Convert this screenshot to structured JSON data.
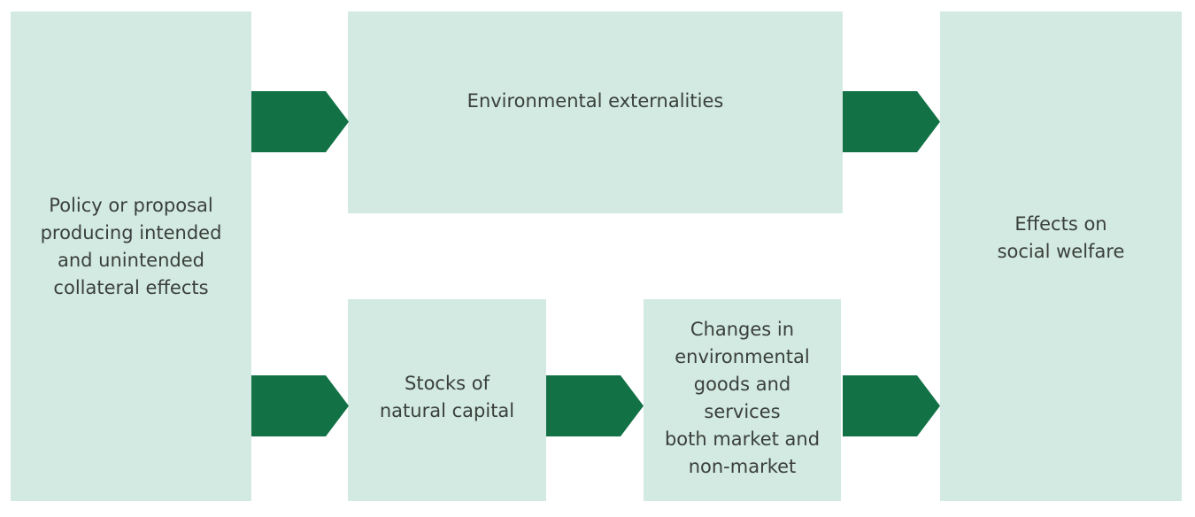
{
  "diagram": {
    "colors": {
      "box_fill": "#d2eae1",
      "arrow_fill": "#127246",
      "text": "#3a3f3c",
      "background": "#ffffff"
    },
    "nodes": {
      "policy": {
        "label": "Policy or proposal\nproducing intended\nand unintended\ncollateral effects"
      },
      "externalities": {
        "label": "Environmental externalities"
      },
      "stocks": {
        "label": "Stocks of\nnatural capital"
      },
      "changes": {
        "label": "Changes in\nenvironmental\ngoods and\nservices\nboth market and\nnon-market"
      },
      "welfare": {
        "label": "Effects on\nsocial welfare"
      }
    },
    "edges": [
      {
        "from": "policy",
        "to": "externalities",
        "icon": "arrow-right-icon"
      },
      {
        "from": "policy",
        "to": "stocks",
        "icon": "arrow-right-icon"
      },
      {
        "from": "stocks",
        "to": "changes",
        "icon": "arrow-right-icon"
      },
      {
        "from": "externalities",
        "to": "welfare",
        "icon": "arrow-right-icon"
      },
      {
        "from": "changes",
        "to": "welfare",
        "icon": "arrow-right-icon"
      }
    ]
  }
}
